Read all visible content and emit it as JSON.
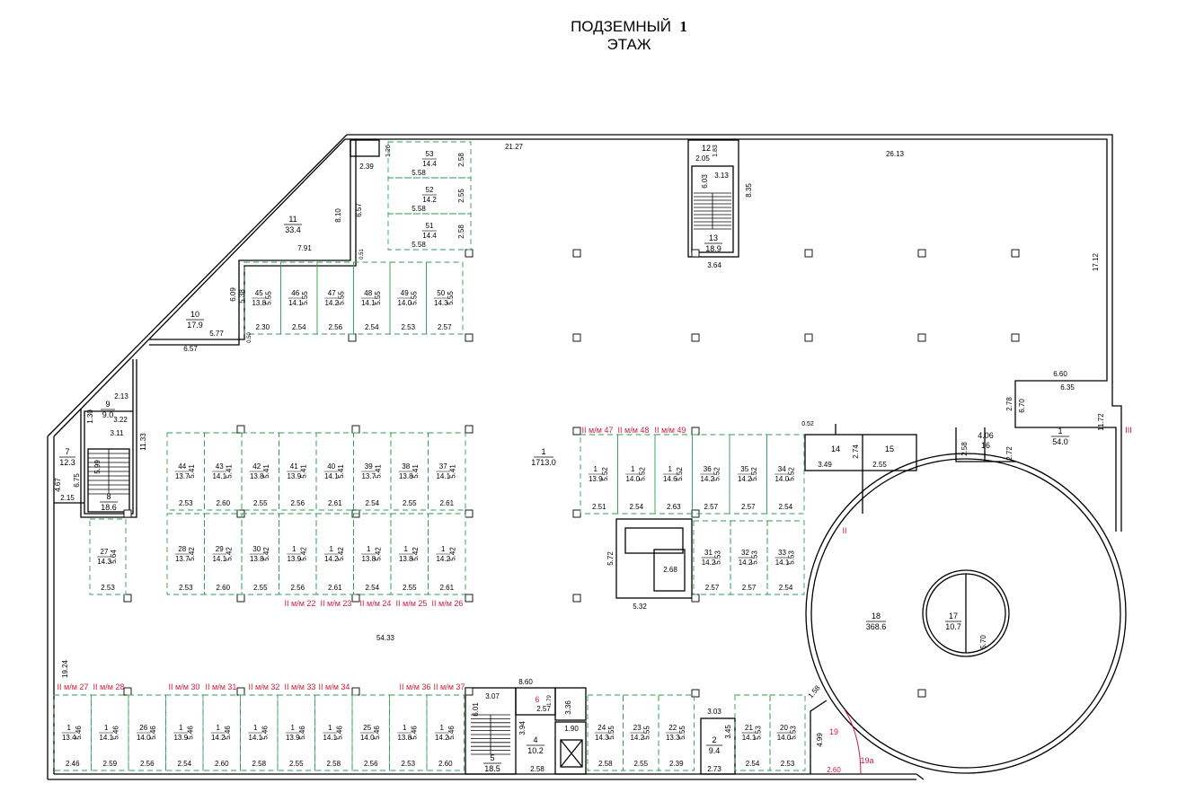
{
  "title": {
    "line1": "ПОДЗЕМНЫЙ",
    "line1_num": "1",
    "line2": "ЭТАЖ"
  },
  "colors": {
    "wall": "#000000",
    "parking": "#2e9e4f",
    "red": "#d01c3c"
  },
  "rooms": [
    {
      "id": "room-1-main",
      "num": "1",
      "area": "1713.0"
    },
    {
      "id": "room-18",
      "num": "18",
      "area": "368.6"
    },
    {
      "id": "room-17",
      "num": "17",
      "area": "10.7"
    },
    {
      "id": "room-1-right",
      "num": "1",
      "area": "54.0"
    },
    {
      "id": "room-16",
      "num": "16",
      "area": "4.06"
    },
    {
      "id": "room-14",
      "num": "14",
      "area": ""
    },
    {
      "id": "room-15",
      "num": "15",
      "area": ""
    },
    {
      "id": "room-13",
      "num": "13",
      "area": "18.9"
    },
    {
      "id": "room-12",
      "num": "12",
      "area": ""
    },
    {
      "id": "room-11",
      "num": "11",
      "area": "33.4"
    },
    {
      "id": "room-10",
      "num": "10",
      "area": "17.9"
    },
    {
      "id": "room-9",
      "num": "9",
      "area": "9.0"
    },
    {
      "id": "room-8",
      "num": "8",
      "area": "18.6"
    },
    {
      "id": "room-7",
      "num": "7",
      "area": "12.3"
    },
    {
      "id": "room-5",
      "num": "5",
      "area": "18.5"
    },
    {
      "id": "room-4",
      "num": "4",
      "area": "10.2"
    },
    {
      "id": "room-2",
      "num": "2",
      "area": "9.4"
    },
    {
      "id": "room-6",
      "num": "6",
      "area": ""
    },
    {
      "id": "room-19",
      "num": "19",
      "area": ""
    },
    {
      "id": "room-19a",
      "num": "19a",
      "area": ""
    }
  ],
  "spaces_top": [
    {
      "num": "53",
      "area": "14.4",
      "w": "5.58",
      "h": "2.58"
    },
    {
      "num": "52",
      "area": "14.2",
      "w": "5.58",
      "h": "2.55"
    },
    {
      "num": "51",
      "area": "14.4",
      "w": "5.58",
      "h": "2.58"
    }
  ],
  "row_45_50": [
    {
      "num": "45",
      "area": "13.8",
      "dim": "5.55",
      "w": "2.30"
    },
    {
      "num": "46",
      "area": "14.1",
      "dim": "5.55",
      "w": "2.54"
    },
    {
      "num": "47",
      "area": "14.2",
      "dim": "5.55",
      "w": "2.56"
    },
    {
      "num": "48",
      "area": "14.1",
      "dim": "5.55",
      "w": "2.54"
    },
    {
      "num": "49",
      "area": "14.0",
      "dim": "5.55",
      "w": "2.53"
    },
    {
      "num": "50",
      "area": "14.3",
      "dim": "5.55",
      "w": "2.57"
    }
  ],
  "row_44_37": [
    {
      "num": "44",
      "area": "13.7",
      "dim": "5.41",
      "w": "2.53"
    },
    {
      "num": "43",
      "area": "14.1",
      "dim": "5.41",
      "w": "2.60"
    },
    {
      "num": "42",
      "area": "13.8",
      "dim": "5.41",
      "w": "2.55"
    },
    {
      "num": "41",
      "area": "13.9",
      "dim": "5.41",
      "w": "2.56"
    },
    {
      "num": "40",
      "area": "14.1",
      "dim": "5.41",
      "w": "2.61"
    },
    {
      "num": "39",
      "area": "13.7",
      "dim": "5.41",
      "w": "2.54"
    },
    {
      "num": "38",
      "area": "13.8",
      "dim": "5.41",
      "w": "2.55"
    },
    {
      "num": "37",
      "area": "14.1",
      "dim": "5.41",
      "w": "2.61"
    }
  ],
  "row_28_1": [
    {
      "num": "28",
      "area": "13.7",
      "dim": "5.42",
      "w": "2.53"
    },
    {
      "num": "29",
      "area": "14.1",
      "dim": "5.42",
      "w": "2.60"
    },
    {
      "num": "30",
      "area": "13.8",
      "dim": "5.42",
      "w": "2.55"
    },
    {
      "num": "1",
      "area": "13.9",
      "dim": "5.42",
      "w": "2.56"
    },
    {
      "num": "1",
      "area": "14.2",
      "dim": "5.42",
      "w": "2.61"
    },
    {
      "num": "1",
      "area": "13.8",
      "dim": "5.42",
      "w": "2.54"
    },
    {
      "num": "1",
      "area": "13.8",
      "dim": "5.42",
      "w": "2.55"
    },
    {
      "num": "1",
      "area": "14.2",
      "dim": "5.42",
      "w": "2.61"
    }
  ],
  "space_27": {
    "num": "27",
    "area": "14.3",
    "dim": "5.64",
    "w": "2.53"
  },
  "row_mid_right_top": [
    {
      "num": "1",
      "area": "13.9",
      "dim": "5.52",
      "w": "2.51"
    },
    {
      "num": "1",
      "area": "14.0",
      "dim": "5.52",
      "w": "2.54"
    },
    {
      "num": "1",
      "area": "14.6",
      "dim": "5.52",
      "w": "2.63"
    },
    {
      "num": "36",
      "area": "14.2",
      "dim": "5.52",
      "w": "2.57"
    },
    {
      "num": "35",
      "area": "14.2",
      "dim": "5.52",
      "w": "2.57"
    },
    {
      "num": "34",
      "area": "14.0",
      "dim": "5.52",
      "w": "2.54"
    }
  ],
  "row_31_33": [
    {
      "num": "31",
      "area": "14.2",
      "dim": "5.53",
      "w": "2.57"
    },
    {
      "num": "32",
      "area": "14.2",
      "dim": "5.53",
      "w": "2.57"
    },
    {
      "num": "33",
      "area": "14.1",
      "dim": "5.53",
      "w": "2.54"
    }
  ],
  "row_bottom_left": [
    {
      "num": "1",
      "area": "13.4",
      "dim": "5.46",
      "w": "2.46"
    },
    {
      "num": "1",
      "area": "14.1",
      "dim": "5.46",
      "w": "2.59"
    },
    {
      "num": "26",
      "area": "14.0",
      "dim": "5.46",
      "w": "2.56"
    },
    {
      "num": "1",
      "area": "13.9",
      "dim": "5.46",
      "w": "2.54"
    },
    {
      "num": "1",
      "area": "14.2",
      "dim": "5.46",
      "w": "2.60"
    },
    {
      "num": "1",
      "area": "14.1",
      "dim": "5.46",
      "w": "2.58"
    },
    {
      "num": "1",
      "area": "13.9",
      "dim": "5.46",
      "w": "2.55"
    },
    {
      "num": "1",
      "area": "14.1",
      "dim": "5.46",
      "w": "2.58"
    },
    {
      "num": "25",
      "area": "14.0",
      "dim": "5.46",
      "w": "2.56"
    },
    {
      "num": "1",
      "area": "13.8",
      "dim": "5.46",
      "w": "2.53"
    },
    {
      "num": "1",
      "area": "14.2",
      "dim": "5.46",
      "w": "2.60"
    }
  ],
  "row_bottom_mid": [
    {
      "num": "24",
      "area": "14.3",
      "dim": "5.55",
      "w": "2.58"
    },
    {
      "num": "23",
      "area": "14.2",
      "dim": "5.55",
      "w": "2.55"
    },
    {
      "num": "22",
      "area": "13.3",
      "dim": "5.55",
      "w": "2.39"
    }
  ],
  "row_bottom_right": [
    {
      "num": "21",
      "area": "14.1",
      "dim": "5.53",
      "w": "2.54"
    },
    {
      "num": "20",
      "area": "14.0",
      "dim": "5.53",
      "w": "2.53"
    }
  ],
  "red_labels_top": [
    "II м/м 47",
    "II м/м 48",
    "II м/м 49"
  ],
  "red_labels_mid": [
    "II м/м 22",
    "II м/м 23",
    "II м/м 24",
    "II м/м 25",
    "II м/м 26"
  ],
  "red_labels_bottom": [
    "II м/м 27",
    "II м/м 28",
    "II м/м 30",
    "II м/м 31",
    "II м/м 32",
    "II м/м 33",
    "II м/м 34",
    "II м/м 36",
    "II м/м 37"
  ],
  "roman": {
    "ii": "II",
    "iii": "III"
  },
  "dims": {
    "d21_27": "21.27",
    "d26_13": "26.13",
    "d17_12": "17.12",
    "d6_60": "6.60",
    "d6_35": "6.35",
    "d11_72": "11.72",
    "d2_78": "2.78",
    "d6_70": "6.70",
    "d2_72": "2.72",
    "d2_58": "2.58",
    "d0_52": "0.52",
    "d2_74": "2.74",
    "d3_49": "3.49",
    "d2_55": "2.55",
    "d12_1_83": "1.83",
    "d12_2_05": "2.05",
    "d12_3_13": "3.13",
    "d13_6_03": "6.03",
    "d13_8_35": "8.35",
    "d13_3_64": "3.64",
    "d1_26": "1.26",
    "d2_39": "2.39",
    "d8_10": "8.10",
    "d6_57v": "6.57",
    "d7_91": "7.91",
    "d0_51": "0.51",
    "d6_09": "6.09",
    "d5_38": "5.38",
    "d0_50": "0.50",
    "d5_77": "5.77",
    "d6_57": "6.57",
    "d2_13": "2.13",
    "d1_30": "1.30",
    "d3_22": "3.22",
    "d3_11": "3.11",
    "d5_99": "5.99",
    "d11_33": "11.33",
    "d4_67": "4.67",
    "d6_75": "6.75",
    "d2_15": "2.15",
    "d5_72": "5.72",
    "d2_68": "2.68",
    "d5_32": "5.32",
    "d54_33": "54.33",
    "d19_24": "19.24",
    "d8_60": "8.60",
    "d3_07": "3.07",
    "d6_01": "6.01",
    "d3_94": "3.94",
    "d1_79": "1.79",
    "d2_57": "2.57",
    "d3_36": "3.36",
    "d1_90": "1.90",
    "d2_58b": "2.58",
    "d3_03": "3.03",
    "d3_45": "3.45",
    "d2_73": "2.73",
    "d1_58": "1.58",
    "d4_99": "4.99",
    "d2_60": "2.60",
    "d5_70": "5.70"
  }
}
